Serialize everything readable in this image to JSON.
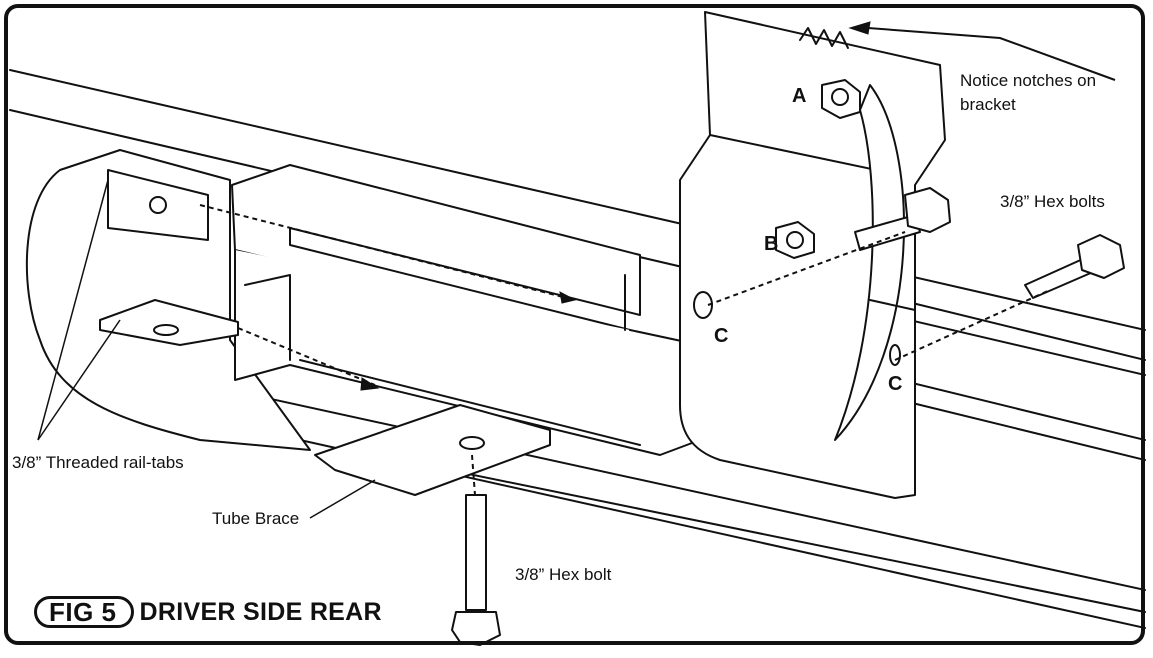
{
  "figure": {
    "fig_number": "FIG 5",
    "fig_title": "DRIVER SIDE REAR"
  },
  "labels": {
    "notches": "Notice notches on",
    "notches_line2": "bracket",
    "hex_bolts": "3/8” Hex bolts",
    "threaded_tabs": "3/8” Threaded rail-tabs",
    "tube_brace": "Tube Brace",
    "hex_bolt": "3/8” Hex bolt",
    "point_a": "A",
    "point_b": "B",
    "point_c1": "C",
    "point_c2": "C"
  },
  "colors": {
    "line": "#111111",
    "fill": "#ffffff",
    "shade": "#e6e6e6"
  }
}
